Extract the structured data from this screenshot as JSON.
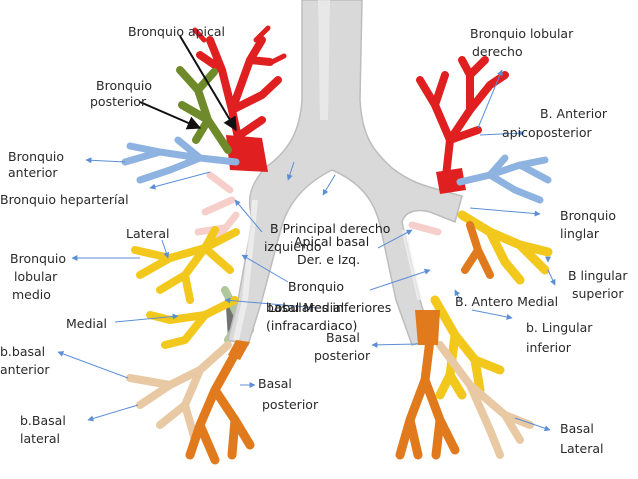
{
  "colors": {
    "trachea": "#d9d9d9",
    "trachea_edge": "#bdbdbd",
    "red": "#e02020",
    "dark_red": "#b51414",
    "olive": "#6f8a2a",
    "blue": "#8fb3e0",
    "yellow": "#f2c81c",
    "orange": "#e07a1c",
    "tan": "#e8c9a3",
    "green": "#6d9b4a",
    "pink": "#f0a8a0",
    "arrow": "#5b8ed6"
  },
  "labels": {
    "apical": "Bronquio apical",
    "posterior_1": "Bronquio",
    "posterior_2": "posterior",
    "anterior_1": "Bronquio",
    "anterior_2": "anterior",
    "eparterial": "Bronquio heparteríal",
    "lateral": "Lateral",
    "medio_1": "Bronquio",
    "medio_2": "lobular",
    "medio_3": "medio",
    "medial": "Medial",
    "basal_anterior_1": "b.basal",
    "basal_anterior_2": "anterior",
    "basal_lateral_1": "b.Basal",
    "basal_lateral_2": "lateral",
    "principal_1": "B Principal derecho",
    "principal_2": "izquierdo",
    "apical_basal_1": "Apical basal",
    "apical_basal_2": "Der. e Izq.",
    "medial_basal_1": "Bronquio",
    "medial_basal_2": "basal Medial",
    "lobulares_inf": "Lobulares inferiores",
    "infracardiaco": "(infracardiaco)",
    "basal_post_c_1": "Basal",
    "basal_post_c_2": "posterior",
    "basal_post_l_1": "Basal",
    "basal_post_l_2": "posterior",
    "lob_derecho_1": "Bronquio lobular",
    "lob_derecho_2": "derecho",
    "ant_apico_1": "B. Anterior",
    "ant_apico_2": "apicoposterior",
    "linglar_1": "Bronquio",
    "linglar_2": "linglar",
    "ling_sup_1": "B lingular",
    "ling_sup_2": "superior",
    "antero_medial": "B. Antero Medial",
    "ling_inf_1": "b. Lingular",
    "ling_inf_2": "inferior",
    "basal_lat_r_1": "Basal",
    "basal_lat_r_2": "Lateral"
  }
}
